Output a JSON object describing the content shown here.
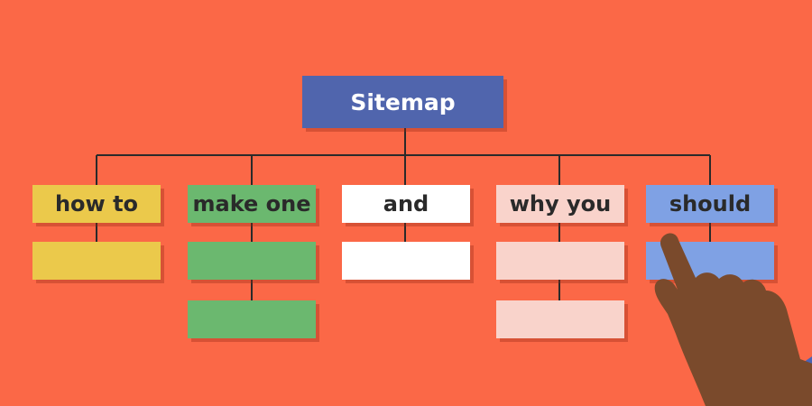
{
  "root": {
    "label": "Sitemap",
    "color": "#5065ad"
  },
  "columns": [
    {
      "label": "how to",
      "color": "#ebc94b",
      "child_color": "#ebc94b",
      "child_count": 1
    },
    {
      "label": "make one",
      "color": "#6bb86f",
      "child_color": "#6bb86f",
      "child_count": 2
    },
    {
      "label": "and",
      "color": "#ffffff",
      "child_color": "#ffffff",
      "child_count": 1
    },
    {
      "label": "why you",
      "color": "#f9d3cb",
      "child_color": "#f9d3cb",
      "child_count": 2
    },
    {
      "label": "should",
      "color": "#7fa1e4",
      "child_color": "#7fa1e4",
      "child_count": 1
    }
  ],
  "colors": {
    "background": "#fb6847",
    "connector": "#2a2a2a",
    "skin": "#7a4a2c",
    "sleeve": "#4a63b6"
  },
  "icons": [
    "pointing-hand-icon"
  ]
}
